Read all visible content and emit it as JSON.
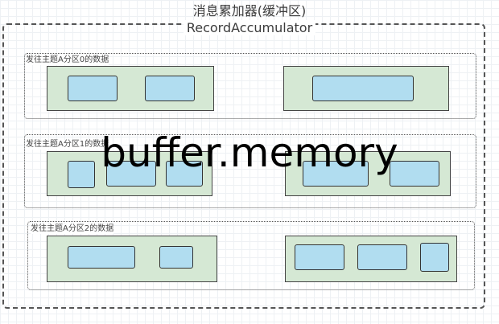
{
  "title_cn": "消息累加器(缓冲区)",
  "title_en": "RecordAccumulator",
  "partitions": [
    {
      "label": "发往主题A分区0的数据"
    },
    {
      "label": "发往主题A分区1的数据"
    },
    {
      "label": "发往主题A分区2的数据"
    }
  ],
  "overlay_text": "buffer.memory",
  "colors": {
    "batch_fill": "#d5e8d4",
    "record_fill": "#b1ddf0",
    "border": "#444444"
  }
}
